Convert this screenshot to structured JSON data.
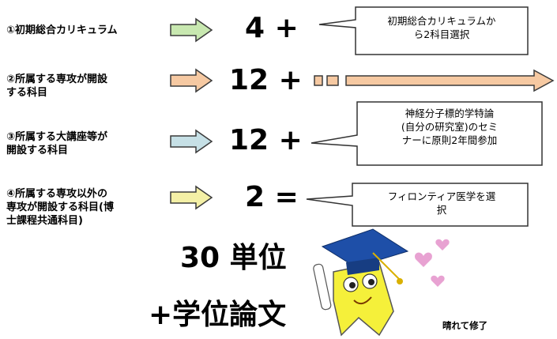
{
  "rows": [
    {
      "label_lines": [
        "①初期総合カリキュラム"
      ],
      "value": "4 +",
      "arrow_color": "#c8e8b0",
      "note_lines": [
        "初期総合カリキュラムか",
        "ら2科目選択"
      ]
    },
    {
      "label_lines": [
        "②所属する専攻が開設",
        "する科目"
      ],
      "value": "12 +",
      "arrow_color": "#f6c9a2"
    },
    {
      "label_lines": [
        "③所属する大講座等が",
        "開設する科目"
      ],
      "value": "12 +",
      "arrow_color": "#c6e0e6",
      "note_lines": [
        "神経分子標的学特論",
        "(自分の研究室)のセミ",
        "ナーに原則2年間参加"
      ]
    },
    {
      "label_lines": [
        "④所属する専攻以外の",
        "専攻が開設する科目(博",
        "士課程共通科目)"
      ],
      "value": "2 =",
      "arrow_color": "#f4f0a6",
      "note_lines": [
        "フィロンティア医学を選",
        "択"
      ]
    }
  ],
  "total": "30 単位",
  "plus_thesis": "+学位論文",
  "mascot_caption": "晴れて修了",
  "colors": {
    "arrow_outline": "#3a3a3a",
    "mascot_yellow": "#f5f03a",
    "cap_blue": "#1e4fa8",
    "heart_pink": "#e8a2d2"
  }
}
